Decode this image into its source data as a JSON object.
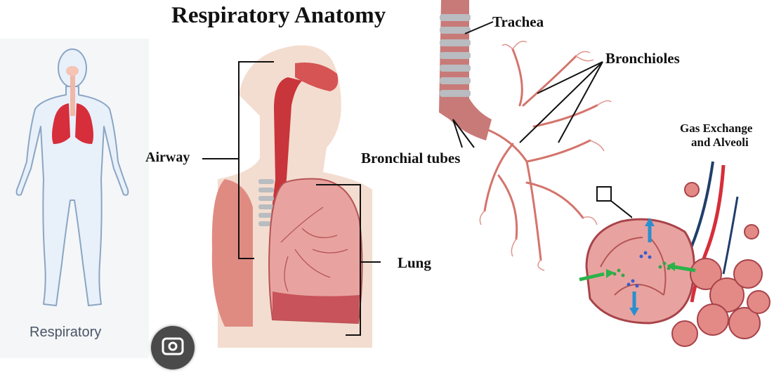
{
  "title": "Respiratory Anatomy",
  "figure_left": {
    "caption": "Respiratory"
  },
  "labels": {
    "airway": "Airway",
    "lung": "Lung",
    "trachea": "Trachea",
    "bronchioles": "Bronchioles",
    "bronchial_tubes": "Bronchial tubes",
    "gas_exchange_line1": "Gas Exchange",
    "gas_exchange_line2": "and Alveoli"
  },
  "icons": [
    "body-outline-icon",
    "lens-search-icon"
  ],
  "colors": {
    "lung_red": "#c8353a",
    "tissue_pink": "#e8a3a0",
    "cartilage_gray": "#b9bcc0",
    "arrow_green": "#2bb34a",
    "arrow_blue": "#2a8fd0",
    "skin": "#f3ddd0",
    "body_outline": "#8aa6c4"
  }
}
